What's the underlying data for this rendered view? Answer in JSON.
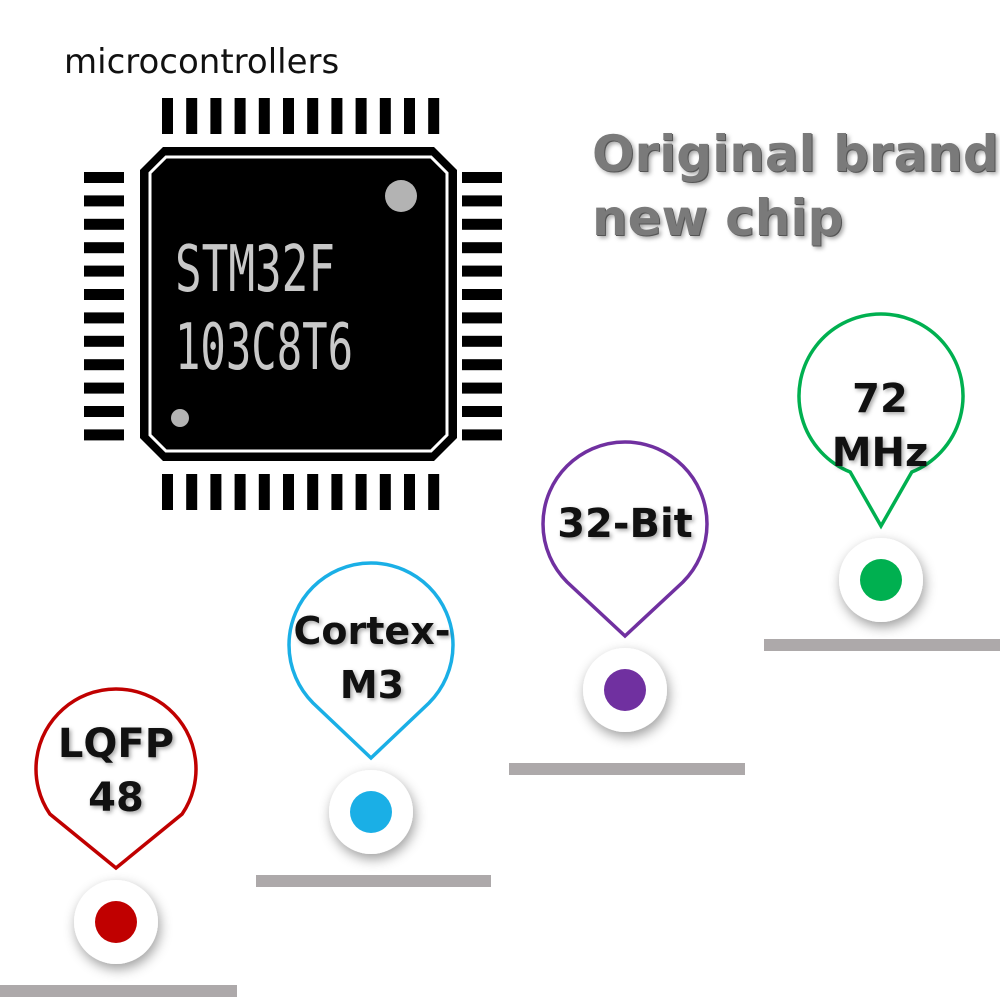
{
  "caption": "microcontrollers",
  "chip": {
    "line1": "STM32F",
    "line2": "103C8T6"
  },
  "slogan": {
    "line1": "Original brand",
    "line2": "new chip"
  },
  "features": [
    {
      "line1": "LQFP",
      "line2": "48",
      "color": "#c00000"
    },
    {
      "line1": "Cortex-",
      "line2": "M3",
      "color": "#1aafe6"
    },
    {
      "line1": "32-Bit",
      "line2": "",
      "color": "#7030a0"
    },
    {
      "line1": "72",
      "line2": "MHz",
      "color": "#00b050"
    }
  ]
}
